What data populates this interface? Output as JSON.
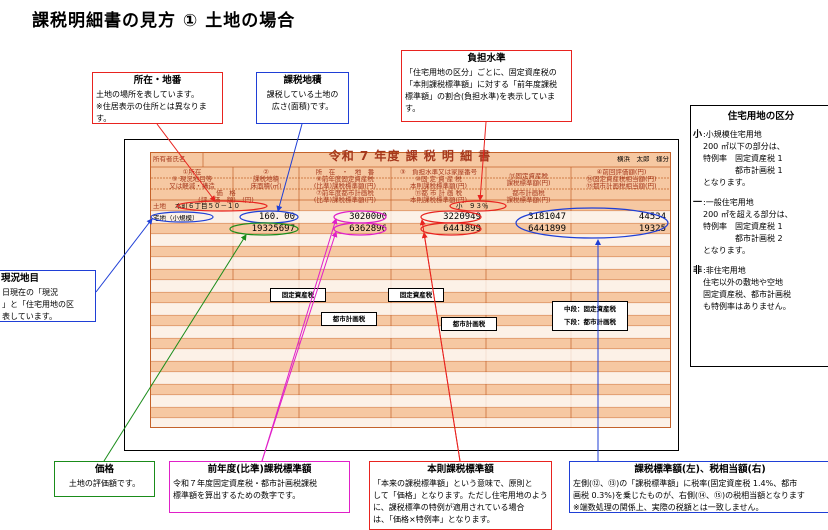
{
  "page_title": "課税明細書の見方 ① 土地の場合",
  "form": {
    "title": "令和 7 年度 課 税 明 細 書",
    "owner_label": "所有者氏名",
    "owner_name": "横浜　太郎　様分",
    "headers": {
      "c1": "①所在\n⑤ 現況地目等\n又は軽減・構造",
      "c2": "②\n課税地積\n床面積(㎡)",
      "c3": "所　在　・　地　番\n⑥前年度固定資産税\n(比準)課税標準額(円)",
      "c4": "③　負担水準又は家屋番号\n⑩固 定 資 産 税\n本則課税標準額(円)",
      "c5": "⑬固定資産税\n課税標準額(円)",
      "c6": "④前回評価額(円)\n⑭固定資産税相当額(円)\n⑮都市計画税相当額(円)",
      "c7": "価　格\n(評　価　額)　(円)",
      "c8": "⑦前年度都市計画税\n(比準)課税標準額(円)",
      "c9": "⑪都 市 計 画 税\n本則課税標準額(円)",
      "c10": "都市計画税\n課税標準額(円)"
    },
    "row": {
      "kind": "土地",
      "address": "本町６丁目５０－１０",
      "burden": "小　９３％",
      "land_use": "宅地（小規模）",
      "area": "160．00",
      "prev_fixed": "3020000",
      "base_fixed": "3220949",
      "std_fixed": "3181047",
      "fixed_tax": "44534",
      "price": "19325697",
      "prev_city": "6362896",
      "base_city": "6441899",
      "std_city": "6441899",
      "city_tax": "19325"
    }
  },
  "tags": {
    "fixed_1": "固定資産税",
    "fixed_2": "固定資産税",
    "city_1": "都市計画税",
    "city_2": "都市計画税",
    "mid": "中段：固定資産税",
    "bottom": "下段：都市計画税"
  },
  "callouts": {
    "location": {
      "title": "所在・地番",
      "body": "土地の場所を表しています。\n※住居表示の住所とは異なります。"
    },
    "area": {
      "title": "課税地積",
      "body": "課税している土地の\n広さ(面積)です。"
    },
    "burden": {
      "title": "負担水準",
      "body": "「住宅用地の区分」ごとに、固定資産税の\n「本則課税標準額」に対する「前年度課税\n標準額」の割合(負担水準)を表示していま\nす。"
    },
    "land_use": {
      "title": "現況地目",
      "body": "日現在の「現況\n」と「住宅用地の区\n表しています。"
    },
    "price": {
      "title": "価格",
      "body": "土地の評価額です。"
    },
    "prev": {
      "title": "前年度(比準)課税標準額",
      "body": "令和７年度固定資産税・都市計画税課税\n標準額を算出するための数字です。"
    },
    "base": {
      "title": "本則課税標準額",
      "body": "「本来の課税標準額」という意味で、原則と\nして「価格」となります。ただし住宅用地のよう\nに、課税標準の特例が適用されている場合\nは、「価格×特例率」となります。"
    },
    "std": {
      "title": "課税標準額(左)、税相当額(右)",
      "body": "左側(⑫、⑬)の「課税標準額」に税率(固定資産税 1.4%、都市\n画税 0.3%)を乗じたものが、右側(⑭、⑮)の税相当額となります\n※端数処理の関係上、実際の税額とは一致しません。"
    },
    "residential": {
      "title": "住宅用地の区分",
      "small_label": "小",
      "small_body": ":小規模住宅用地\n200 ㎡以下の部分は、\n特例率　固定資産税 1\n　　　　都市計画税 1\nとなります。",
      "general_label": "一",
      "general_body": ":一般住宅用地\n200 ㎡を超える部分は、\n特例率　固定資産税 1\n　　　　都市計画税 2\nとなります。",
      "non_label": "非",
      "non_body": ":非住宅用地\n住宅以外の敷地や空地\n固定資産税、都市計画税\nも特例率はありません。"
    }
  },
  "colors": {
    "red": "#e8231f",
    "blue": "#1f3fd6",
    "green": "#1a8c1a",
    "magenta": "#e020c8",
    "form_bg": "#f6c8a2",
    "form_line": "#c4622a"
  }
}
